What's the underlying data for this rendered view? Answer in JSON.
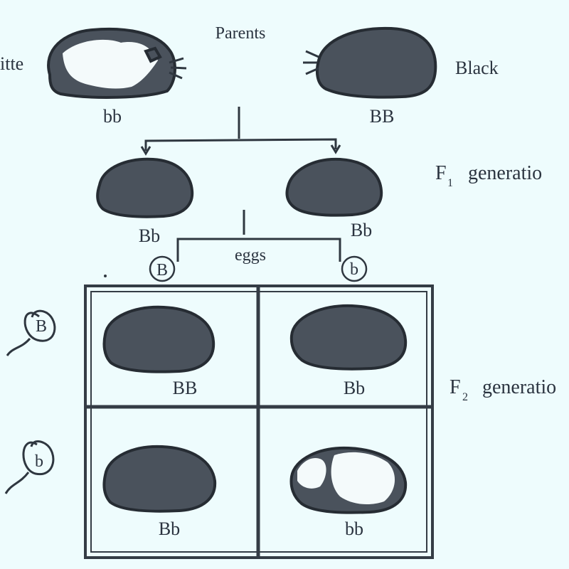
{
  "labels": {
    "parents": "Parents",
    "white": "itte",
    "black": "Black",
    "parent_white_genotype": "bb",
    "parent_black_genotype": "BB",
    "f1_generation": "generatio",
    "f1_left_genotype": "Bb",
    "f1_right_genotype": "Bb",
    "eggs": "eggs",
    "egg_b_dominant": "B",
    "egg_b_recessive": "b",
    "sperm_b_dominant": "B",
    "sperm_b_recessive": "b",
    "f2_generation": "generatio",
    "f2_cells": [
      "BB",
      "Bb",
      "Bb",
      "bb"
    ]
  },
  "colors": {
    "background": "#eefcfd",
    "animal_dark": "#4a525c",
    "ink": "#2b3440"
  }
}
